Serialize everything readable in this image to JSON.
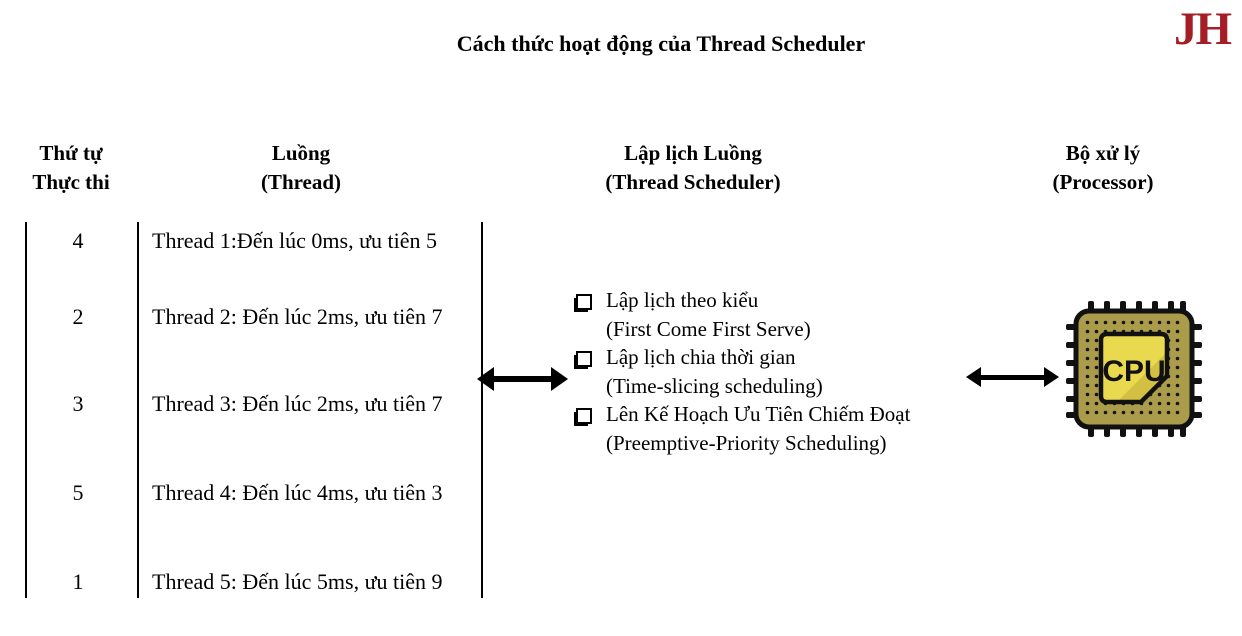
{
  "header": {
    "title": "Cách thức hoạt động của Thread Scheduler",
    "logo": "JH",
    "logo_color": "#A51E26"
  },
  "columns": {
    "order": {
      "line1": "Thứ tự",
      "line2": "Thực thi"
    },
    "thread": {
      "line1": "Luồng",
      "line2": "(Thread)"
    },
    "scheduler": {
      "line1": "Lập lịch Luồng",
      "line2": "(Thread Scheduler)"
    },
    "processor": {
      "line1": "Bộ xử lý",
      "line2": "(Processor)"
    }
  },
  "threads": [
    {
      "order": "4",
      "label": "Thread 1:Đến lúc 0ms, ưu tiên 5"
    },
    {
      "order": "2",
      "label": "Thread 2: Đến lúc 2ms, ưu tiên 7"
    },
    {
      "order": "3",
      "label": "Thread 3: Đến lúc 2ms, ưu tiên 7"
    },
    {
      "order": "5",
      "label": "Thread 4: Đến lúc 4ms, ưu tiên 3"
    },
    {
      "order": "1",
      "label": "Thread 5: Đến lúc 5ms, ưu tiên 9"
    }
  ],
  "scheduler_items": [
    {
      "bullet_icon": "square-checkbox",
      "line1": "Lập lịch theo kiểu",
      "line2": "(First Come First Serve)"
    },
    {
      "bullet_icon": "square-checkbox",
      "line1": "Lập lịch chia thời gian",
      "line2": "(Time-slicing  scheduling)"
    },
    {
      "bullet_icon": "square-checkbox",
      "line1": "Lên Kế Hoạch Ưu Tiên Chiếm Đoạt",
      "line2": "(Preemptive-Priority Scheduling)"
    }
  ],
  "connectors": {
    "left_arrow_icon": "double-headed-arrow",
    "right_arrow_icon": "double-headed-arrow",
    "color": "#000000"
  },
  "cpu": {
    "label": "CPU",
    "icon": "cpu-chip",
    "body_color": "#AB9C4B",
    "inner_color": "#E9D94F",
    "shade_color": "#D3BF42",
    "outline_color": "#111111"
  }
}
